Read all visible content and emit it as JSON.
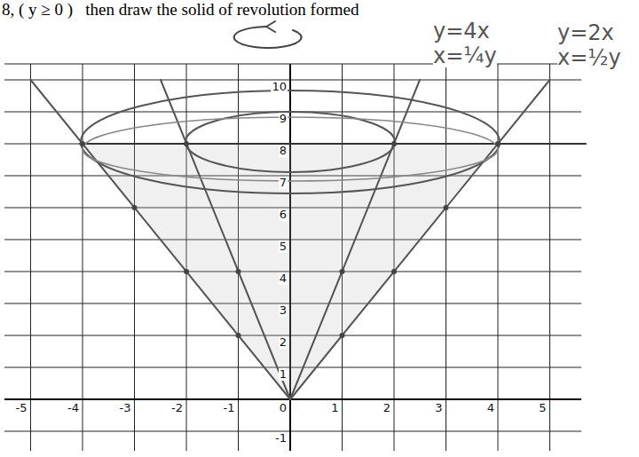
{
  "diagram": {
    "labels": [
      "8, ( y ≥ 0 )   then draw the solid of revolution formed",
      "y=4x",
      "x=¼y",
      "y=2x",
      "x=½y",
      "10",
      "9",
      "8",
      "7",
      "6",
      "5",
      "4",
      "3",
      "2",
      "1",
      "-5",
      "-4",
      "-3",
      "-2",
      "-1",
      "0",
      "1",
      "2",
      "3",
      "4",
      "5",
      "-1"
    ]
  }
}
